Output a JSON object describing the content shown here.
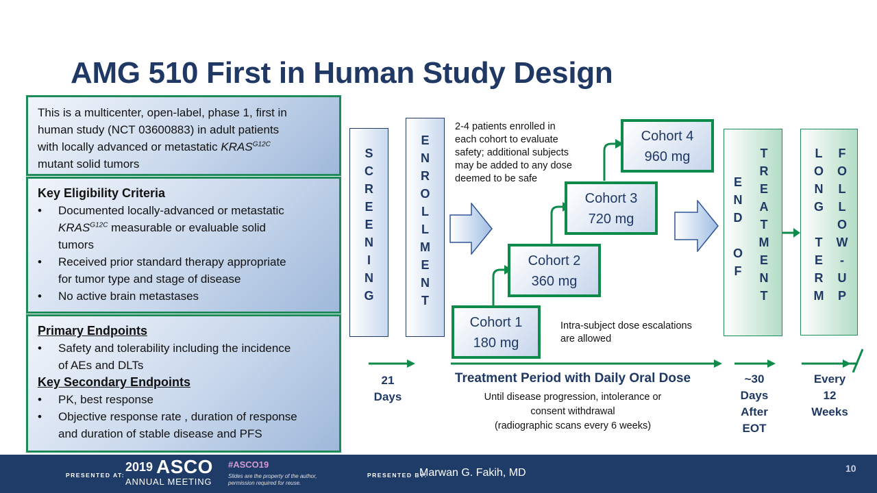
{
  "title": "AMG 510 First in Human Study Design",
  "intro": {
    "line1": "This is a multicenter, open-label,  phase 1, first in",
    "line2": "human study (NCT 03600883) in adult patients",
    "line3a": "with locally advanced or metastatic ",
    "line3gene": "KRAS",
    "line3sup": "G12C",
    "line4": "mutant solid tumors"
  },
  "eligibility": {
    "heading": "Key Eligibility Criteria",
    "b1a": "Documented locally-advanced or metastatic",
    "b1gene": "KRAS",
    "b1sup": "G12C",
    "b1b": " measurable or evaluable solid",
    "b1c": "tumors",
    "b2a": "Received prior standard therapy appropriate",
    "b2b": "for tumor type and stage of disease",
    "b3": "No active brain metastases",
    "bullet": "•"
  },
  "endpoints": {
    "primary_heading": "Primary Endpoints",
    "p1a": "Safety and tolerability including the incidence",
    "p1b": "of AEs and DLTs",
    "secondary_heading": "Key Secondary Endpoints",
    "s1": "PK, best response",
    "s2a": "Objective response rate , duration of response",
    "s2b": "and duration of stable disease and PFS"
  },
  "screening_letters": [
    "S",
    "C",
    "R",
    "E",
    "E",
    "N",
    "I",
    "N",
    "G"
  ],
  "enrollment_letters": [
    "E",
    "N",
    "R",
    "O",
    "L",
    "L",
    "M",
    "E",
    "N",
    "T"
  ],
  "end_of_letters": [
    "E",
    "N",
    "D",
    "",
    "O",
    "F"
  ],
  "treatment_letters": [
    "T",
    "R",
    "E",
    "A",
    "T",
    "M",
    "E",
    "N",
    "T"
  ],
  "long_letters": [
    "L",
    "O",
    "N",
    "G",
    "",
    "T",
    "E",
    "R",
    "M"
  ],
  "follow_letters": [
    "F",
    "O",
    "L",
    "L",
    "O",
    "W",
    "-",
    "U",
    "P"
  ],
  "enrollment_note": {
    "l1": "2-4 patients enrolled in",
    "l2": "each cohort to evaluate",
    "l3": "safety; additional subjects",
    "l4": "may be added to any dose",
    "l5": "deemed to be safe"
  },
  "cohorts": [
    {
      "name": "Cohort 1",
      "dose": "180 mg"
    },
    {
      "name": "Cohort 2",
      "dose": "360 mg"
    },
    {
      "name": "Cohort 3",
      "dose": "720 mg"
    },
    {
      "name": "Cohort 4",
      "dose": "960 mg"
    }
  ],
  "escalation_note": {
    "l1": "Intra-subject dose escalations",
    "l2": "are allowed"
  },
  "timeline": {
    "screening_days_num": "21",
    "screening_days_unit": "Days",
    "treatment_title": "Treatment Period with Daily Oral Dose",
    "treatment_sub1": "Until disease progression, intolerance or",
    "treatment_sub2": "consent withdrawal",
    "treatment_sub3": "(radiographic scans every 6 weeks)",
    "eot_1": "~30",
    "eot_2": "Days",
    "eot_3": "After",
    "eot_4": "EOT",
    "fu_1": "Every",
    "fu_2": "12",
    "fu_3": "Weeks"
  },
  "footer": {
    "presented_at": "PRESENTED AT:",
    "asco_year": "2019",
    "asco_name": "ASCO",
    "asco_sub": "ANNUAL MEETING",
    "hashtag": "#ASCO19",
    "slides_l1": "Slides are the property of the author,",
    "slides_l2": "permission required for reuse.",
    "presented_by": "PRESENTED BY:",
    "presenter": "Marwan G. Fakih, MD",
    "page": "10"
  },
  "colors": {
    "title": "#1f3864",
    "green": "#0e8a4a",
    "footer": "#1f3b67"
  }
}
